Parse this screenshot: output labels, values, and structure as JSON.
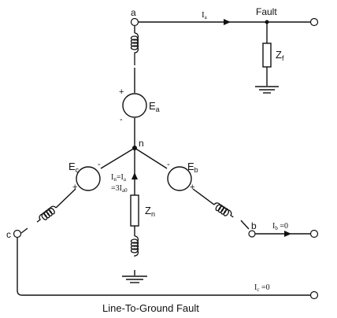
{
  "caption": "Line-To-Ground  Fault",
  "nodes": {
    "a": "a",
    "b": "b",
    "c": "c",
    "n": "n"
  },
  "fault_label": "Fault",
  "sources": {
    "ea": {
      "letter": "E",
      "sub": "a",
      "plus": "+",
      "minus": "-"
    },
    "eb": {
      "letter": "E",
      "sub": "b",
      "plus": "+",
      "minus": "-"
    },
    "ec": {
      "letter": "E",
      "sub": "c",
      "plus": "+",
      "minus": "-"
    }
  },
  "impedances": {
    "zf": {
      "letter": "Z",
      "sub": "f"
    },
    "zn": {
      "letter": "Z",
      "sub": "n"
    }
  },
  "currents": {
    "ia": {
      "letter": "I",
      "sub": "a",
      "rest": ""
    },
    "ib": {
      "letter": "I",
      "sub": "b",
      "rest": " =0"
    },
    "ic": {
      "letter": "I",
      "sub": "c",
      "rest": " =0"
    },
    "in_line1": {
      "letter": "I",
      "sub": "n",
      "rest": "=I",
      "sub2": "a"
    },
    "in_line2": {
      "text": "=3I",
      "sub": "a0"
    }
  }
}
